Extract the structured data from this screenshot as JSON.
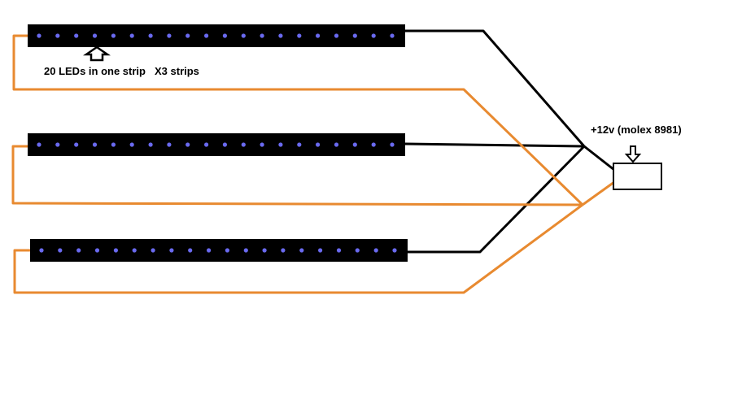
{
  "labels": {
    "strip_count": "20 LEDs in one strip",
    "strip_multiplier": "X3 strips",
    "power": "+12v (molex 8981)"
  },
  "strips": [
    {
      "leds": 20
    },
    {
      "leds": 20
    },
    {
      "leds": 20
    }
  ],
  "colors": {
    "strip": "#000000",
    "led": "#6a6af0",
    "positive_wire": "#e88a30",
    "ground_wire": "#000000",
    "connector_outline": "#000000"
  }
}
